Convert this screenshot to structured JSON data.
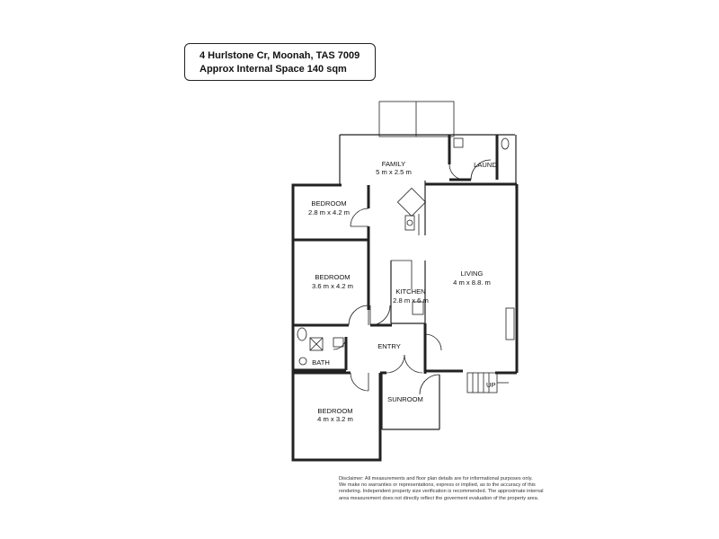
{
  "header": {
    "address": "4 Hurlstone Cr, Moonah, TAS 7009",
    "area": "Approx Internal Space 140 sqm"
  },
  "rooms": [
    {
      "id": "family",
      "name": "FAMILY",
      "size": "5 m x 2.5 m"
    },
    {
      "id": "laund",
      "name": "LAUND",
      "size": ""
    },
    {
      "id": "bedroom1",
      "name": "BEDROOM",
      "size": "2.8 m x 4.2 m"
    },
    {
      "id": "bedroom2",
      "name": "BEDROOM",
      "size": "3.6 m x 4.2 m"
    },
    {
      "id": "kitchen",
      "name": "KITCHEN",
      "size": "2.8 m x 6 m"
    },
    {
      "id": "living",
      "name": "LIVING",
      "size": "4 m x 8.8. m"
    },
    {
      "id": "entry",
      "name": "ENTRY",
      "size": ""
    },
    {
      "id": "bath",
      "name": "BATH",
      "size": ""
    },
    {
      "id": "sunroom",
      "name": "SUNROOM",
      "size": ""
    },
    {
      "id": "bedroom3",
      "name": "BEDROOM",
      "size": "4 m x 3.2 m"
    }
  ],
  "stair_label": "UP",
  "disclaimer": [
    "Disclaimer: All measurements and floor plan details are for informational purposes only.",
    "We  make no warranties or representations, express or implied, as to the accuracy of this",
    "rendering. Independent property size verification is recommended. The approximate internal",
    "area measurement does not directly reflect the goverment evaluation of the property area."
  ]
}
